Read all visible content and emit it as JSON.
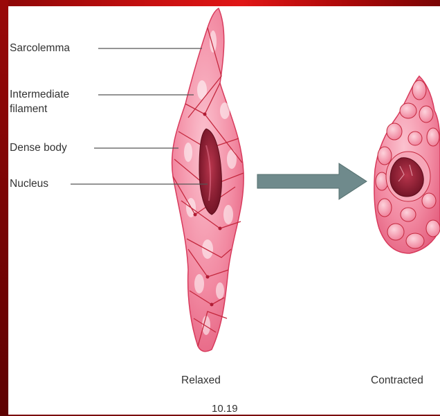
{
  "labels": {
    "sarcolemma": "Sarcolemma",
    "intermediate_filament_line1": "Intermediate",
    "intermediate_filament_line2": "filament",
    "dense_body": "Dense body",
    "nucleus": "Nucleus"
  },
  "captions": {
    "relaxed": "Relaxed",
    "contracted": "Contracted",
    "figure_number": "10.19"
  },
  "colors": {
    "cell_fill": "#f07a94",
    "cell_light": "#fbc2cf",
    "cell_edge": "#d83a5c",
    "filament": "#c4283e",
    "nucleus": "#8a1c30",
    "arrow": "#6f8a8c",
    "frame": "#7a0a0a"
  }
}
